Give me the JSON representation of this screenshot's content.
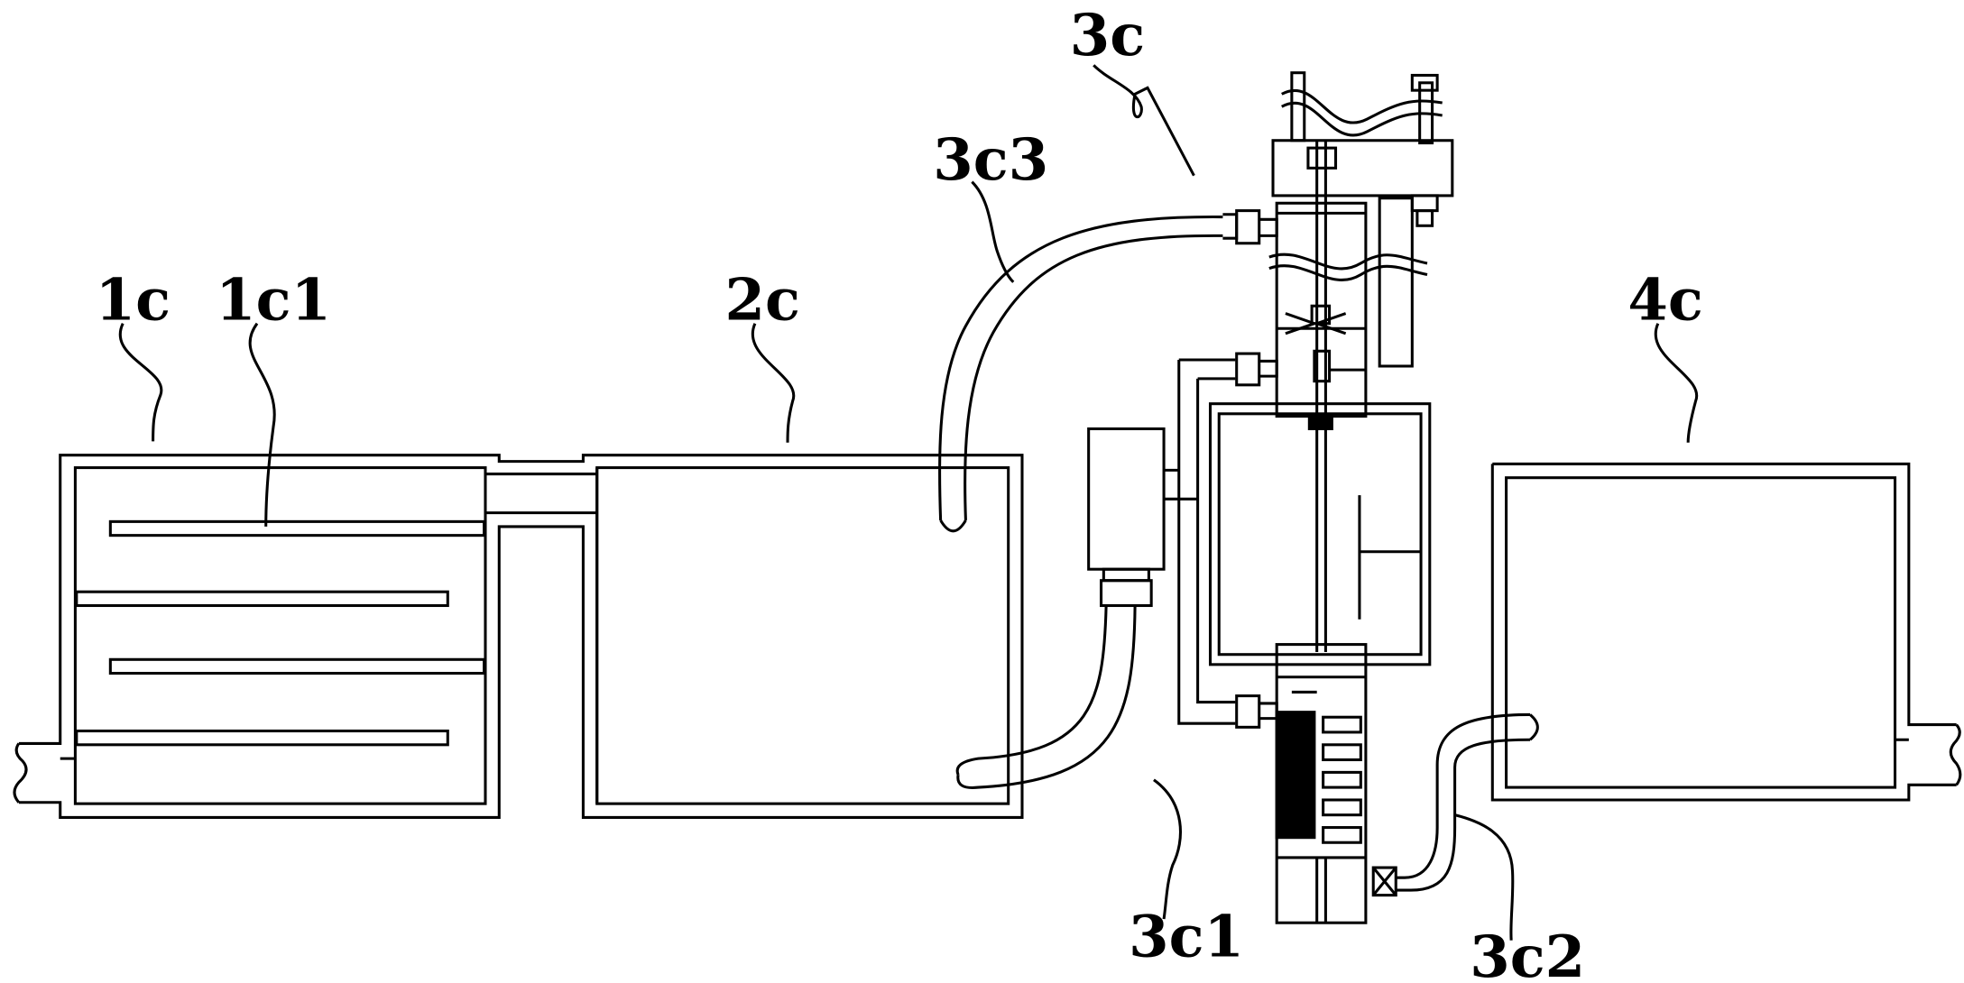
{
  "labels": {
    "l_1c": "1c",
    "l_1c1": "1c1",
    "l_2c": "2c",
    "l_3c": "3c",
    "l_3c3": "3c3",
    "l_3c1": "3c1",
    "l_3c2": "3c2",
    "l_4c": "4c"
  },
  "colors": {
    "line": "#000000",
    "background": "#ffffff"
  }
}
